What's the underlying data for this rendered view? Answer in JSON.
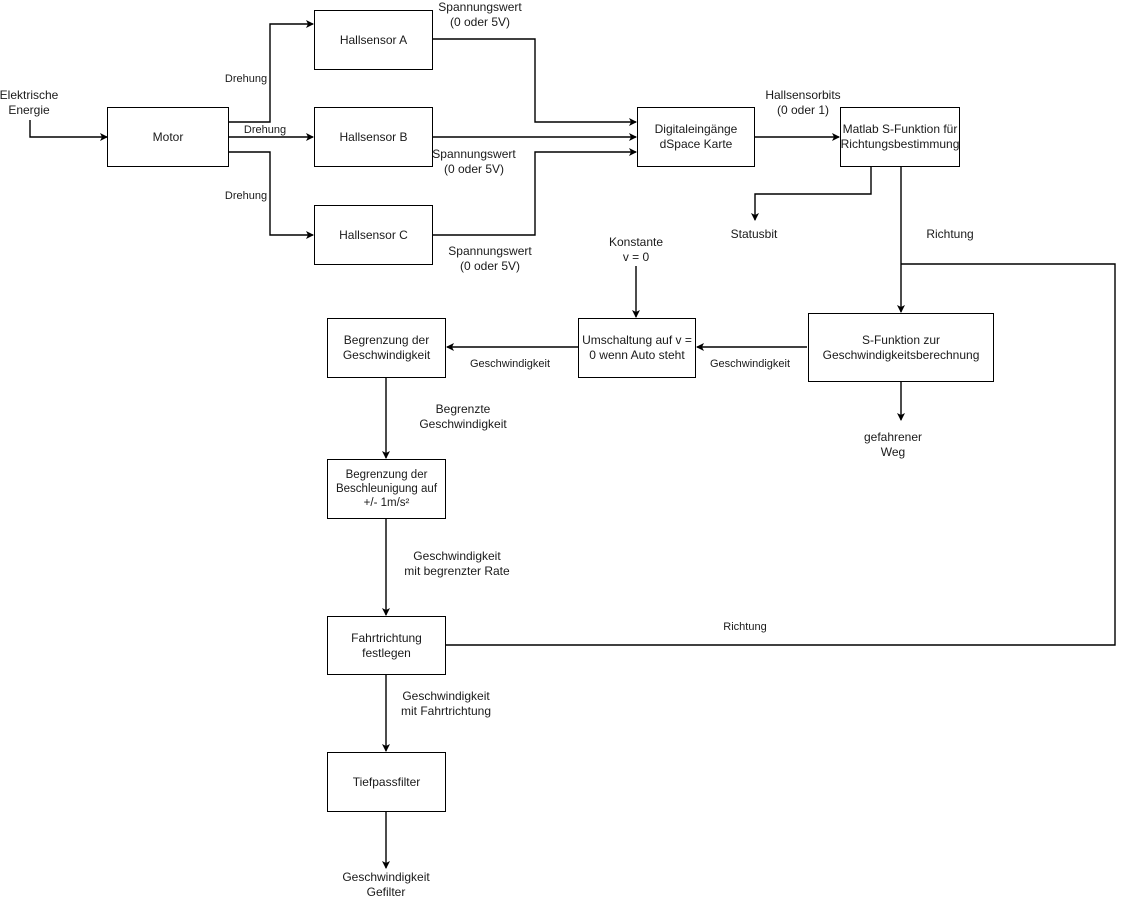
{
  "blocks": {
    "motor": "Motor",
    "hall_a": "Hallsensor A",
    "hall_b": "Hallsensor B",
    "hall_c": "Hallsensor C",
    "dspace": "Digitaleingänge\ndSpace Karte",
    "matlab": "Matlab S-Funktion für\nRichtungsbestimmung",
    "sfunc_speed": "S-Funktion zur\nGeschwindigkeitsberechnung",
    "switch_v0": "Umschaltung auf v =\n0 wenn Auto steht",
    "limit_speed": "Begrenzung der\nGeschwindigkeit",
    "limit_accel": "Begrenzung der\nBeschleunigung auf\n+/- 1m/s²",
    "direction": "Fahrtrichtung\nfestlegen",
    "lowpass": "Tiefpassfilter"
  },
  "labels": {
    "energy": "Elektrische\nEnergie",
    "drehung_a": "Drehung",
    "drehung_b": "Drehung",
    "drehung_c": "Drehung",
    "voltage_a": "Spannungswert\n(0 oder 5V)",
    "voltage_b": "Spannungswert\n(0 oder 5V)",
    "voltage_c": "Spannungswert\n(0 oder 5V)",
    "hallbits": "Hallsensorbits\n(0 oder 1)",
    "statusbit": "Statusbit",
    "richtung_top": "Richtung",
    "konstante": "Konstante\nv = 0",
    "speed_1": "Geschwindigkeit",
    "speed_2": "Geschwindigkeit",
    "distance": "gefahrener\nWeg",
    "limited_speed": "Begrenzte\nGeschwindigkeit",
    "rate_limited": "Geschwindigkeit\nmit begrenzter Rate",
    "richtung_bottom": "Richtung",
    "speed_direction": "Geschwindigkeit\nmit Fahrtrichtung",
    "speed_filtered": "Geschwindigkeit\nGefilter"
  }
}
